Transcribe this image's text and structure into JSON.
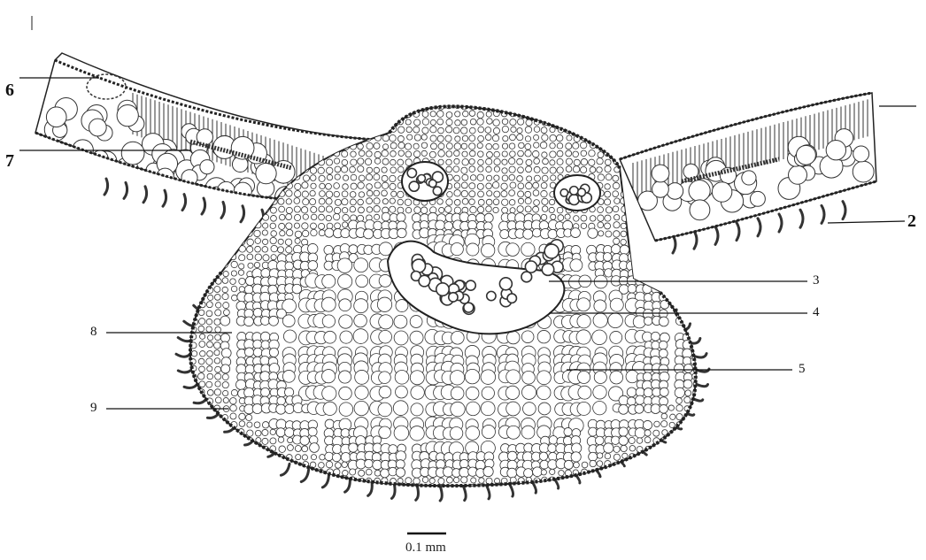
{
  "labels": {
    "l1": "",
    "l2": "2",
    "l3": "3",
    "l4": "4",
    "l5": "5",
    "l6": "6",
    "l7": "7",
    "l8": "8",
    "l9": "9"
  },
  "scale_bar": {
    "text": "0.1 mm"
  }
}
